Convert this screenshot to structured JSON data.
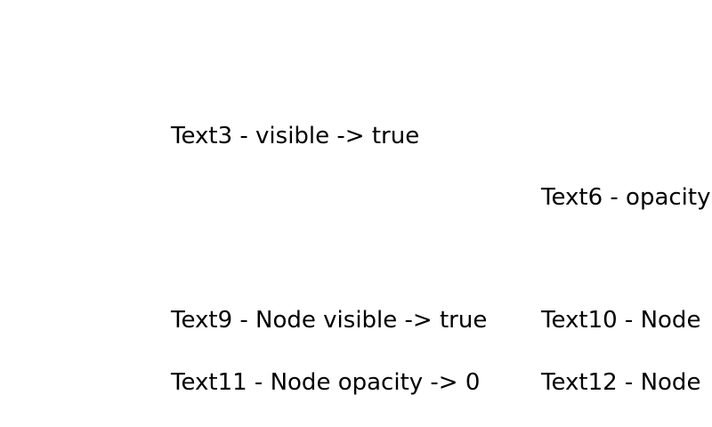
{
  "labels": {
    "text3": "Text3 - visible -> true",
    "text6": "Text6 - opacity",
    "text9": "Text9 - Node visible -> true",
    "text10": "Text10 - Node",
    "text11": "Text11 - Node opacity -> 0",
    "text12": "Text12 - Node"
  }
}
